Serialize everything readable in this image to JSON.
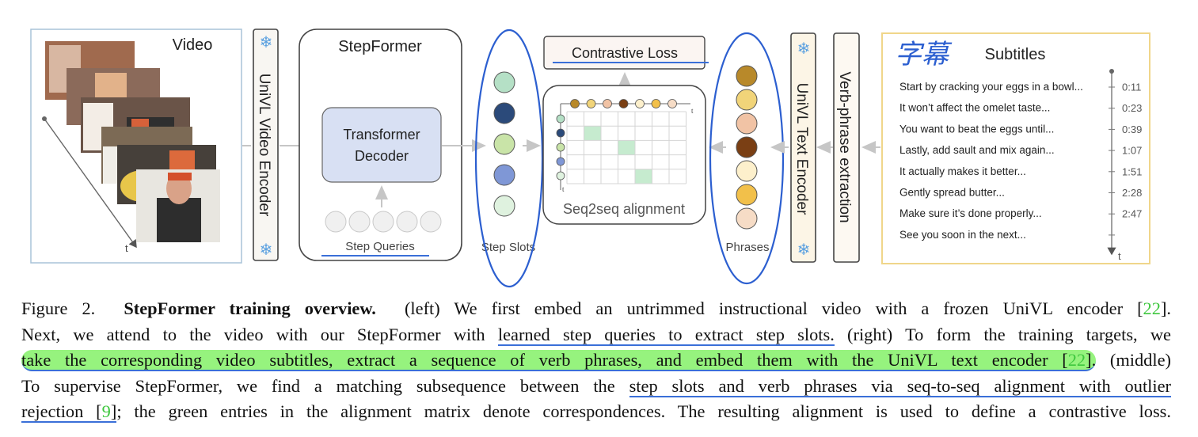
{
  "figure": {
    "video_label": "Video",
    "video_axis_label": "t",
    "video_encoder_label": "UniVL Video Encoder",
    "stepformer_title": "StepFormer",
    "decoder_label_line1": "Transformer",
    "decoder_label_line2": "Decoder",
    "step_queries_label": "Step Queries",
    "step_slots_label": "Step Slots",
    "contrastive_loss_label": "Contrastive Loss",
    "seq2seq_label": "Seq2seq alignment",
    "matrix_axis_t": "t",
    "phrases_label": "Phrases",
    "text_encoder_label": "UniVL Text Encoder",
    "verb_phrase_label": "Verb-phrase extraction",
    "handwritten_note": "字幕",
    "subtitles_title": "Subtitles",
    "subtitles_axis_label": "t",
    "subtitles": [
      {
        "text": "Start by cracking your eggs in a bowl...",
        "time": "0:11"
      },
      {
        "text": "It won’t affect the omelet taste...",
        "time": "0:23"
      },
      {
        "text": "You want to beat the eggs until...",
        "time": "0:39"
      },
      {
        "text": "Lastly, add sault and mix again...",
        "time": "1:07"
      },
      {
        "text": "It actually makes it better...",
        "time": "1:51"
      },
      {
        "text": "Gently spread butter...",
        "time": "2:28"
      },
      {
        "text": "Make sure it’s done properly...",
        "time": "2:47"
      },
      {
        "text": "See you soon in the next...",
        "time": ""
      }
    ],
    "step_slot_colors": [
      "#b5e0c6",
      "#2b4a7a",
      "#c9e4a8",
      "#7f97d6",
      "#dff2df"
    ],
    "phrase_colors": [
      "#b8892a",
      "#f1d479",
      "#f1c3a5",
      "#7a3f14",
      "#fdf0cc",
      "#f2c04a",
      "#f6dcc6"
    ],
    "annotation_color": "#3a6fd8",
    "highlight_color": "#78f05a"
  },
  "caption": {
    "line1_prefix": "Figure 2.",
    "line1_bold": "StepFormer training overview.",
    "line1_rest": "(left) We first embed an untrimmed instructional video with a frozen UniVL encoder [",
    "line1_cite": "22",
    "line1_end": "].",
    "line2_start": "Next, we attend to the video with our StepFormer with ",
    "line2_ul": "learned step queries to extract step slots.",
    "line2_end": " (right) To form the training targets, we",
    "line3_hl": "take the corresponding video subtitles, extract a sequence of verb phrases, and embed them with the UniVL text encoder [",
    "line3_cite": "22",
    "line3_end": "].",
    "line3_rest": " (middle)",
    "line4_start": "To supervise StepFormer, we find a matching subsequence between the ",
    "line4_ul": "step slots and verb phrases via seq-to-seq alignment with outlier",
    "line5_ul": "rejection [",
    "line5_cite": "9",
    "line5_ul_end": "]",
    "line5_rest": "; the green entries in the alignment matrix denote correspondences. The resulting alignment is used to define a contrastive loss."
  }
}
